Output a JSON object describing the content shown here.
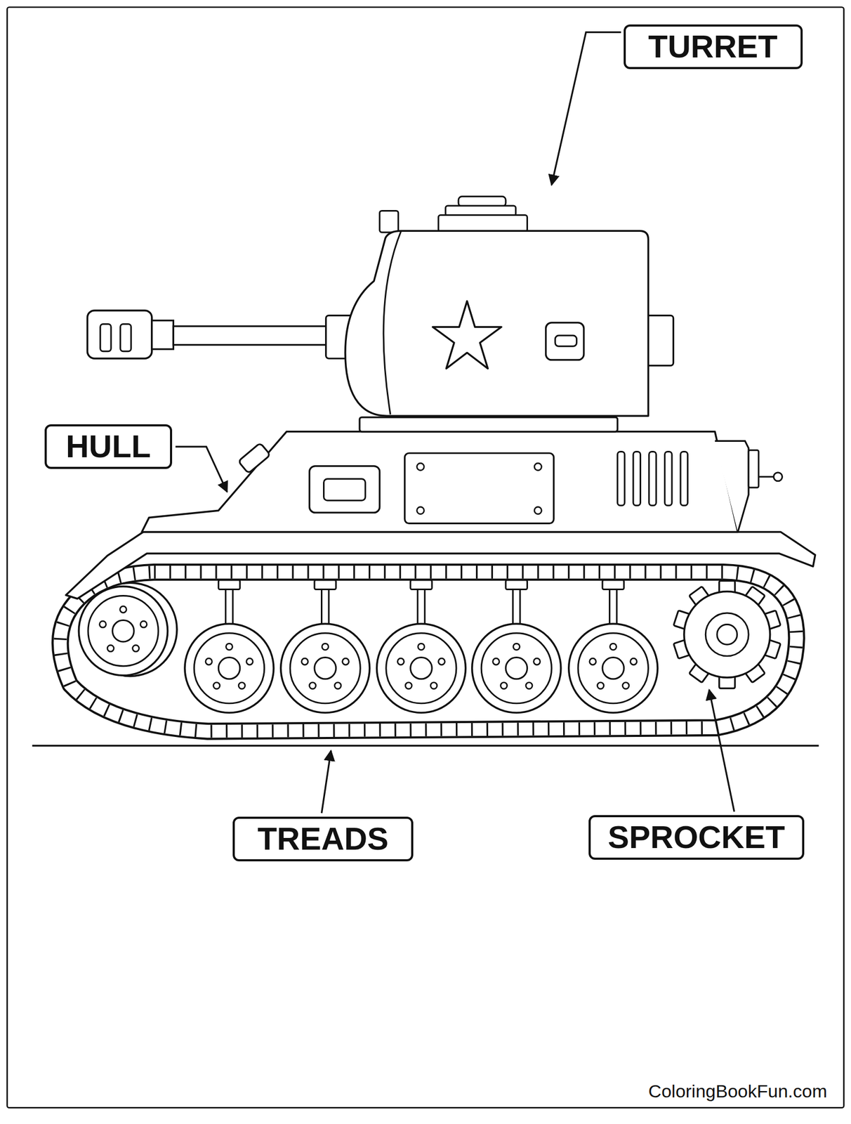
{
  "diagram": {
    "nodes": [
      {
        "text": [
          "TURRET"
        ]
      },
      {
        "text": [
          "HULL"
        ]
      },
      {
        "text": [
          "TREADS"
        ]
      },
      {
        "text": [
          "SPROCKET"
        ]
      }
    ],
    "labels": [
      "ColoringBookFun.com"
    ]
  }
}
